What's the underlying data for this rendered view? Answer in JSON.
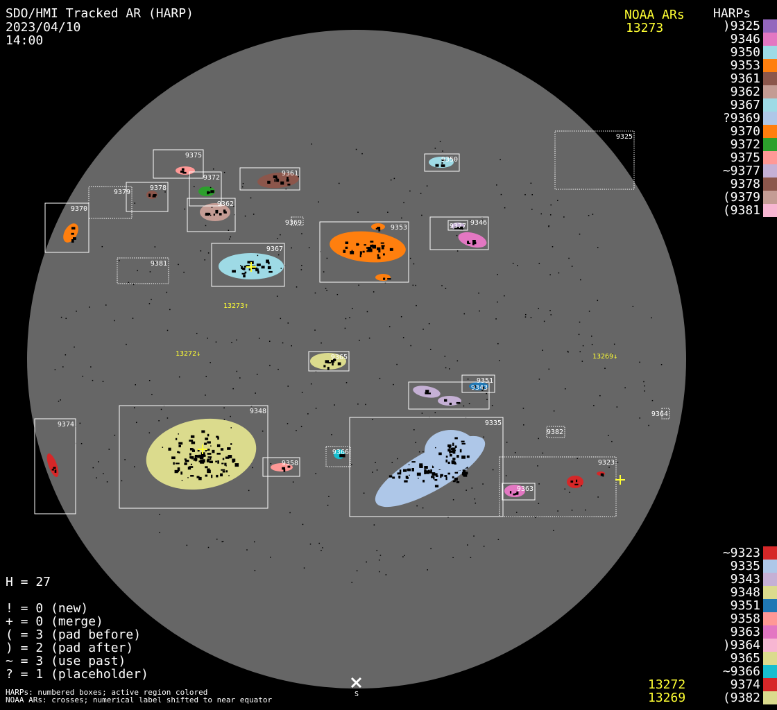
{
  "title": {
    "line1": "SDO/HMI Tracked AR (HARP)",
    "line2": "2023/04/10",
    "line3": "14:00"
  },
  "noaa": {
    "header": "NOAA ARs",
    "top": [
      "13273"
    ],
    "bottom": [
      "13272",
      "13269"
    ],
    "color": "#ffff33"
  },
  "harps_header": "HARPs",
  "legend_top": [
    {
      "label": ")9325",
      "color": "#9467bd"
    },
    {
      "label": "9346",
      "color": "#e377c2"
    },
    {
      "label": "9350",
      "color": "#9edae5"
    },
    {
      "label": "9353",
      "color": "#ff7f0e"
    },
    {
      "label": "9361",
      "color": "#8c564b"
    },
    {
      "label": "9362",
      "color": "#c49c94"
    },
    {
      "label": "9367",
      "color": "#9edae5"
    },
    {
      "label": "?9369",
      "color": "#aec7e8"
    },
    {
      "label": "9370",
      "color": "#ff7f0e"
    },
    {
      "label": "9372",
      "color": "#2ca02c"
    },
    {
      "label": "9375",
      "color": "#ff9896"
    },
    {
      "label": "~9377",
      "color": "#c5b0d5"
    },
    {
      "label": "9378",
      "color": "#8c564b"
    },
    {
      "label": "(9379",
      "color": "#c49c94"
    },
    {
      "label": "(9381",
      "color": "#f7b6d2"
    }
  ],
  "legend_bottom": [
    {
      "label": "~9323",
      "color": "#d62728"
    },
    {
      "label": "9335",
      "color": "#aec7e8"
    },
    {
      "label": "9343",
      "color": "#c5b0d5"
    },
    {
      "label": "9348",
      "color": "#dbdb8d"
    },
    {
      "label": "9351",
      "color": "#1f77b4"
    },
    {
      "label": "9358",
      "color": "#ff9896"
    },
    {
      "label": "9363",
      "color": "#e377c2"
    },
    {
      "label": ")9364",
      "color": "#f7b6d2"
    },
    {
      "label": "9365",
      "color": "#dbdb8d"
    },
    {
      "label": "~9366",
      "color": "#17becf"
    },
    {
      "label": "9374",
      "color": "#d62728"
    },
    {
      "label": "(9382",
      "color": "#dbdb8d"
    }
  ],
  "stats": {
    "h": "H = 27",
    "lines": [
      "! = 0 (new)",
      "+ = 0 (merge)",
      "( = 3 (pad before)",
      ") = 2 (pad after)",
      "~ = 3 (use past)",
      "? = 1 (placeholder)"
    ]
  },
  "notes": [
    "HARPs: numbered boxes; active region colored",
    "NOAA ARs: crosses; numerical label shifted to near equator"
  ],
  "disk_labels": {
    "south": "S"
  },
  "harps": [
    "9325",
    "9375",
    "9372",
    "9361",
    "9378",
    "9379",
    "9370",
    "9362",
    "9369",
    "9353",
    "9377",
    "9346",
    "9367",
    "9381",
    "9350",
    "9365",
    "9351",
    "9343",
    "9364",
    "9348",
    "9374",
    "9382",
    "9335",
    "9366",
    "9358",
    "9323",
    "9363"
  ],
  "noaa_disk": [
    "13273↑",
    "13272↓",
    "13269↓"
  ]
}
